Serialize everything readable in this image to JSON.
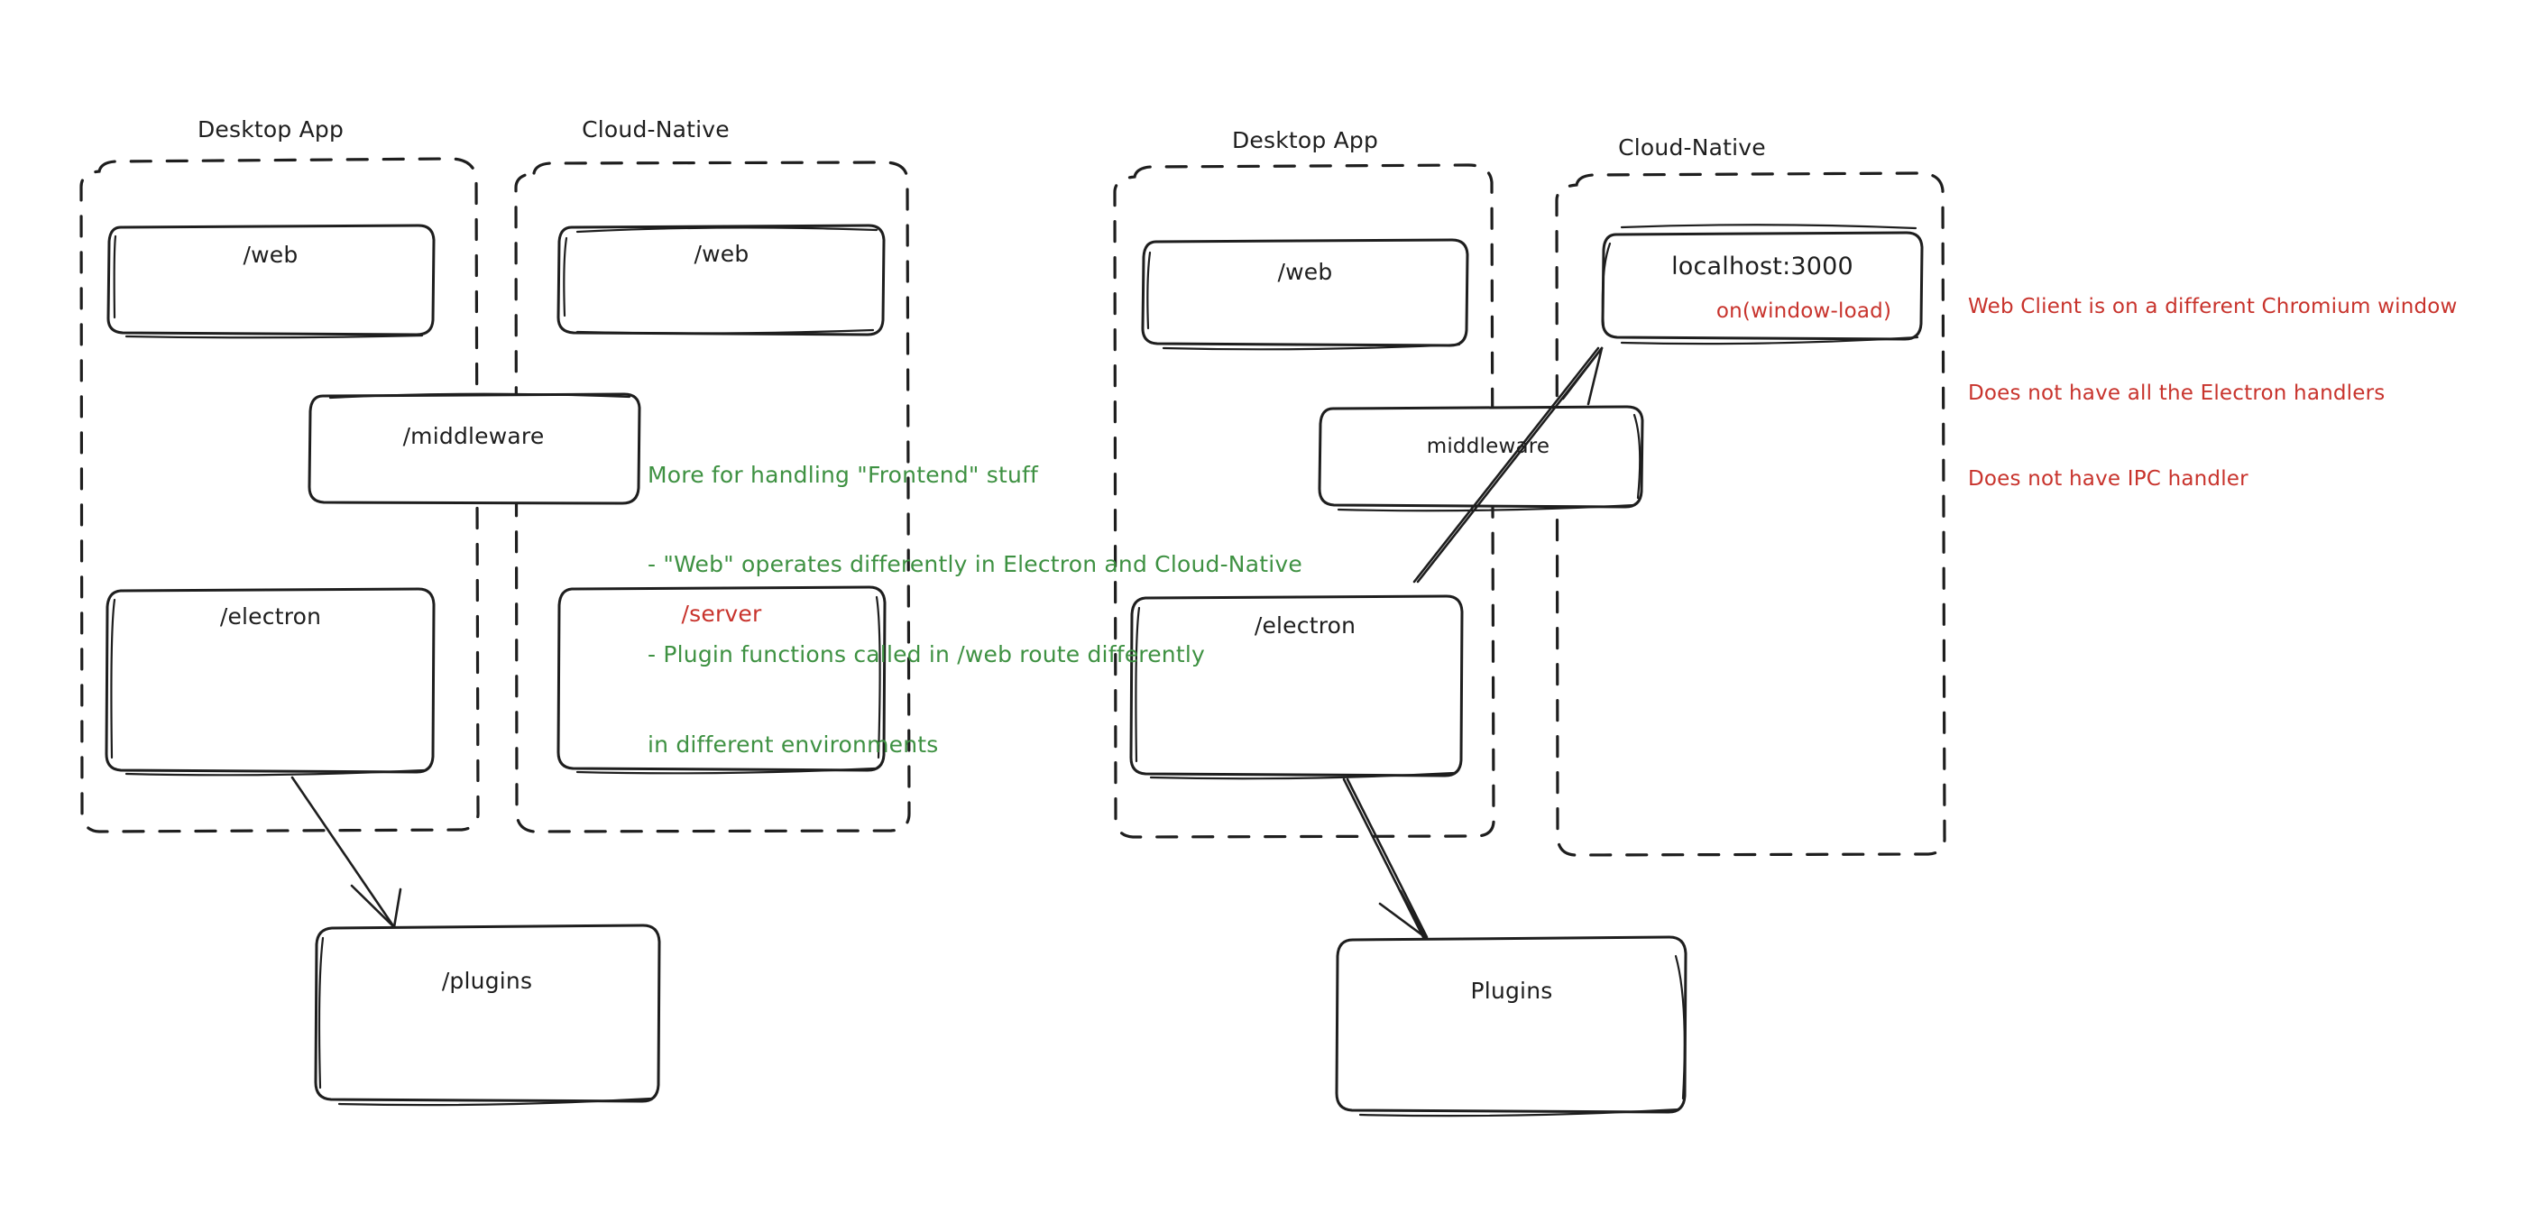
{
  "diagram": {
    "title_visible": false,
    "style": "hand-drawn-sketch",
    "colors": {
      "stroke": "#1e1e1e",
      "green_note": "#3e9142",
      "red_note": "#c8332c",
      "background": "#ffffff"
    }
  },
  "left_diagram": {
    "groups": [
      {
        "name": "desktop-app",
        "label": "Desktop App"
      },
      {
        "name": "cloud-native",
        "label": "Cloud-Native"
      }
    ],
    "nodes": [
      {
        "name": "web-desktop",
        "label": "/web",
        "color": "#1e1e1e"
      },
      {
        "name": "web-cloud",
        "label": "/web",
        "color": "#1e1e1e"
      },
      {
        "name": "middleware",
        "label": "/middleware",
        "color": "#1e1e1e"
      },
      {
        "name": "electron",
        "label": "/electron",
        "color": "#1e1e1e"
      },
      {
        "name": "server",
        "label": "/server",
        "color": "#c8332c"
      },
      {
        "name": "plugins",
        "label": "/plugins",
        "color": "#1e1e1e"
      }
    ],
    "green_note": {
      "lines": [
        "More for handling \"Frontend\" stuff",
        "- \"Web\" operates differently in Electron and Cloud-Native",
        "- Plugin functions called in /web route differently",
        "in different environments"
      ]
    },
    "arrows": [
      {
        "name": "arrow-electron-to-plugins",
        "from": "electron",
        "to": "plugins"
      }
    ]
  },
  "right_diagram": {
    "groups": [
      {
        "name": "desktop-app",
        "label": "Desktop App"
      },
      {
        "name": "cloud-native",
        "label": "Cloud-Native"
      }
    ],
    "nodes": [
      {
        "name": "web-desktop",
        "label": "/web",
        "color": "#1e1e1e"
      },
      {
        "name": "localhost",
        "label": "localhost:3000",
        "color": "#1e1e1e"
      },
      {
        "name": "window-load",
        "label": "on(window-load)",
        "color": "#c8332c"
      },
      {
        "name": "middleware",
        "label": "middleware",
        "color": "#1e1e1e"
      },
      {
        "name": "electron",
        "label": "/electron",
        "color": "#1e1e1e"
      },
      {
        "name": "plugins",
        "label": "Plugins",
        "color": "#1e1e1e"
      }
    ],
    "red_note": {
      "lines": [
        "Web Client is on a different Chromium window",
        "Does not have all the Electron handlers",
        "Does not have IPC handler"
      ]
    },
    "arrows": [
      {
        "name": "arrow-electron-to-localhost",
        "from": "electron",
        "to": "localhost"
      },
      {
        "name": "arrow-electron-to-plugins",
        "from": "electron",
        "to": "plugins"
      }
    ]
  }
}
